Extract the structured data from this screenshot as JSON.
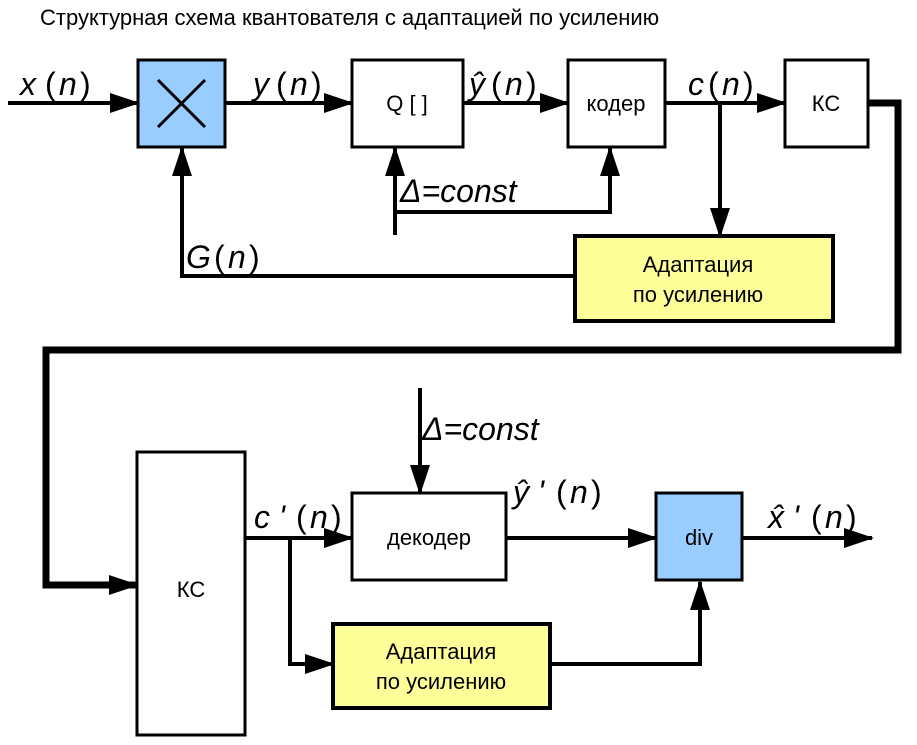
{
  "title": "Структурная схема квантователя с адаптацией по усилению",
  "blocks": {
    "multiplier": "",
    "quantizer": "Q [  ]",
    "coder": "кодер",
    "ks_tx": "КС",
    "adapt_tx_line1": "Адаптация",
    "adapt_tx_line2": "по усилению",
    "ks_rx": "КС",
    "decoder": "декодер",
    "div": "div",
    "adapt_rx_line1": "Адаптация",
    "adapt_rx_line2": "по усилению"
  },
  "signals": {
    "x": "x",
    "y": "y",
    "yhat": "ŷ",
    "c": "c",
    "G": "G",
    "c_prime": "c '",
    "yhat_prime": "ŷ '",
    "xhat_prime": "x̂ '",
    "arg": "n",
    "delta_const_top": "Δ=const",
    "delta_const_bottom": "Δ=const"
  },
  "colors": {
    "blue": "#99ccff",
    "yellow": "#ffff99"
  }
}
